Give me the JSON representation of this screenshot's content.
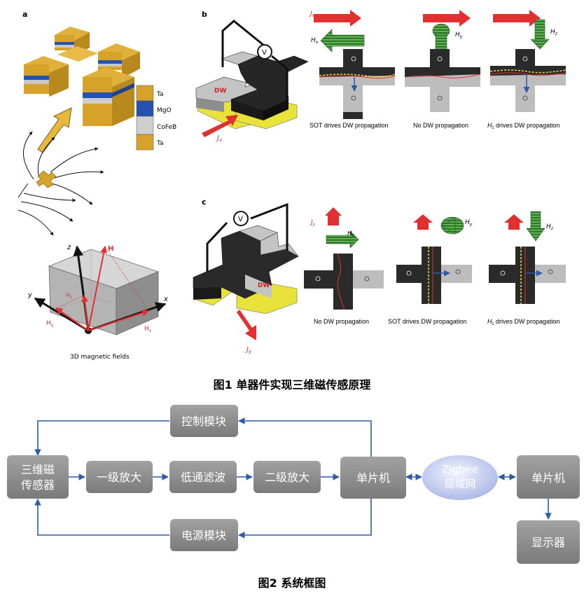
{
  "figure1": {
    "caption": "图1 单器件实现三维磁传感原理",
    "panel_labels": [
      "a",
      "b",
      "c"
    ],
    "stack_layers": [
      "Ta",
      "MgO",
      "CoFeB",
      "Ta"
    ],
    "axes": {
      "z": "z",
      "y": "y",
      "x": "x",
      "H": "H",
      "Hy": "H",
      "Hy_sub": "y",
      "Hx": "H",
      "Hx_sub": "x",
      "Hz": "H",
      "Hz_sub": "z"
    },
    "caption_3d": "3D magnetic fields",
    "meter_label": "V",
    "dw_label": "DW",
    "current_b": "J",
    "current_b_sub": "x",
    "current_c": "J",
    "current_c_sub": "y",
    "b_row": {
      "fields": [
        {
          "top": "J",
          "top_sub": "x",
          "mid": "H",
          "mid_sub": "x"
        },
        {
          "top": "",
          "top_sub": "",
          "mid": "H",
          "mid_sub": "y"
        },
        {
          "top": "",
          "top_sub": "",
          "mid": "H",
          "mid_sub": "z"
        }
      ],
      "captions": [
        "SOT drives DW propagation",
        "No DW propagation",
        "H",
        "drives DW propagation"
      ],
      "cap3_sub": "z"
    },
    "c_row": {
      "fields": [
        {
          "top": "J",
          "top_sub": "y",
          "mid": "H",
          "mid_sub": "x"
        },
        {
          "top": "",
          "top_sub": "",
          "mid": "H",
          "mid_sub": "y"
        },
        {
          "top": "",
          "top_sub": "",
          "mid": "H",
          "mid_sub": "z"
        }
      ],
      "captions": [
        "No DW propagation",
        "SOT drives DW propagation",
        "H",
        "drives DW propagation"
      ],
      "cap3_sub": "z"
    }
  },
  "figure2": {
    "caption": "图2 系统框图",
    "blocks": {
      "sensor_line1": "三维磁",
      "sensor_line2": "传感器",
      "amp1": "一级放大",
      "filter": "低通滤波",
      "amp2": "二级放大",
      "mcu1": "单片机",
      "zigbee_line1": "Zigbee",
      "zigbee_line2": "局域网",
      "mcu2": "单片机",
      "display": "显示器",
      "control": "控制模块",
      "power": "电源模块"
    },
    "colors": {
      "block": "#8a8a8a",
      "arrow": "#2e5aa8",
      "ellipse": "#b8c4ec"
    }
  }
}
